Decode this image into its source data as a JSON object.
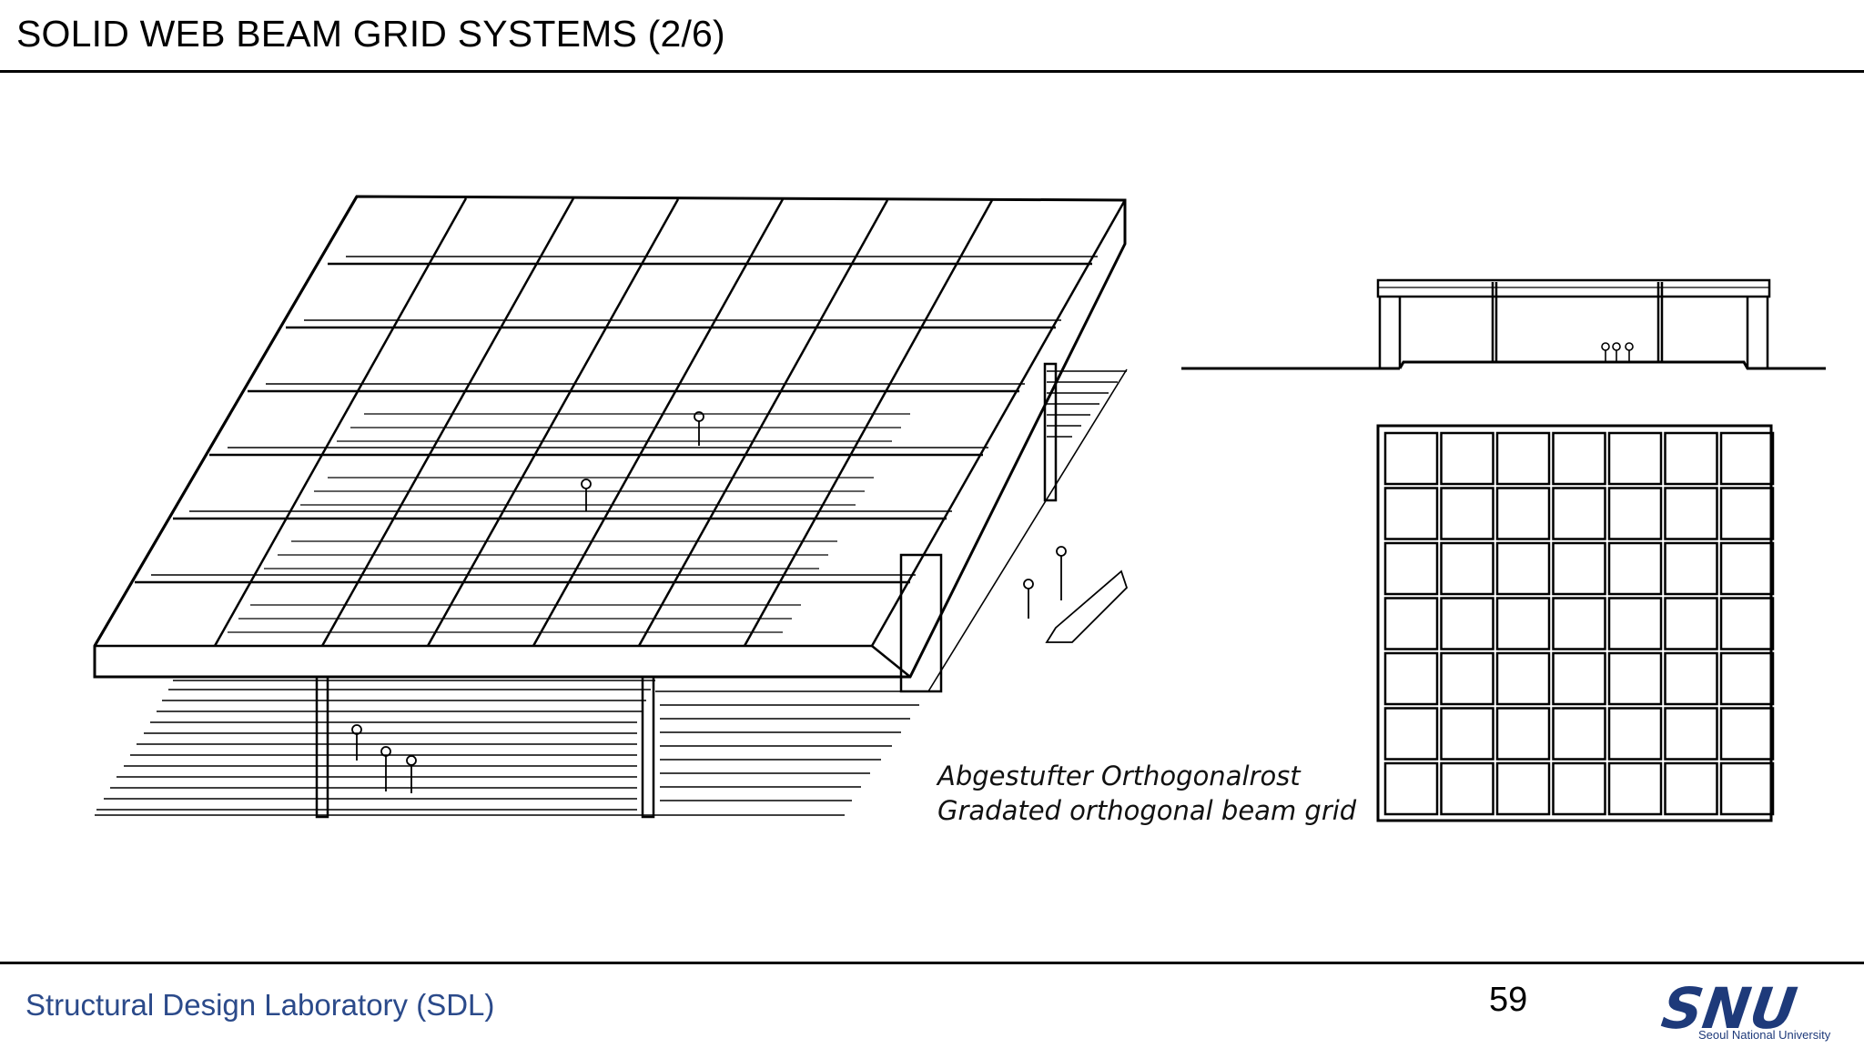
{
  "slide": {
    "title": "SOLID WEB BEAM GRID SYSTEMS (2/6)",
    "page_number": "59"
  },
  "illustration": {
    "caption_line1": "Abgestufter Orthogonalrost",
    "caption_line2": "Gradated orthogonal beam grid"
  },
  "footer": {
    "lab_name": "Structural Design Laboratory (SDL)",
    "logo_mark": "SNU",
    "logo_subtitle": "Seoul National University"
  },
  "colors": {
    "footer_text": "#2b4a8a",
    "logo": "#1e3a7a"
  }
}
